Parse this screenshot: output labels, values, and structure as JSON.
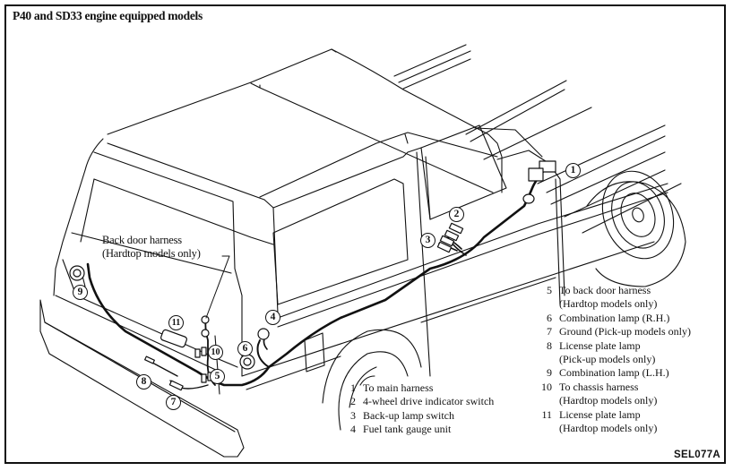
{
  "title": "P40 and SD33 engine equipped models",
  "figure_code": "SEL077A",
  "callouts": {
    "back_door_harness": {
      "line1": "Back door harness",
      "line2": "(Hardtop models only)"
    }
  },
  "markers": [
    {
      "id": "1",
      "label": "1"
    },
    {
      "id": "2",
      "label": "2"
    },
    {
      "id": "3",
      "label": "3"
    },
    {
      "id": "4",
      "label": "4"
    },
    {
      "id": "5",
      "label": "5"
    },
    {
      "id": "6",
      "label": "6"
    },
    {
      "id": "7",
      "label": "7"
    },
    {
      "id": "8",
      "label": "8"
    },
    {
      "id": "9",
      "label": "9"
    },
    {
      "id": "10",
      "label": "10"
    },
    {
      "id": "11",
      "label": "11"
    }
  ],
  "legend_left": [
    {
      "num": "1",
      "text": "To main harness"
    },
    {
      "num": "2",
      "text": "4-wheel drive indicator switch"
    },
    {
      "num": "3",
      "text": "Back-up lamp switch"
    },
    {
      "num": "4",
      "text": "Fuel tank gauge unit"
    }
  ],
  "legend_right": [
    {
      "num": "5",
      "text": "To back door harness",
      "sub": "(Hardtop models only)"
    },
    {
      "num": "6",
      "text": "Combination lamp (R.H.)"
    },
    {
      "num": "7",
      "text": "Ground (Pick-up models only)"
    },
    {
      "num": "8",
      "text": "License plate lamp",
      "sub": "(Pick-up models only)"
    },
    {
      "num": "9",
      "text": "Combination lamp (L.H.)"
    },
    {
      "num": "10",
      "text": "To chassis harness",
      "sub": "(Hardtop models only)"
    },
    {
      "num": "11",
      "text": "License plate lamp",
      "sub": "(Hardtop models only)"
    }
  ],
  "colors": {
    "ink": "#111111",
    "paper": "#ffffff"
  }
}
